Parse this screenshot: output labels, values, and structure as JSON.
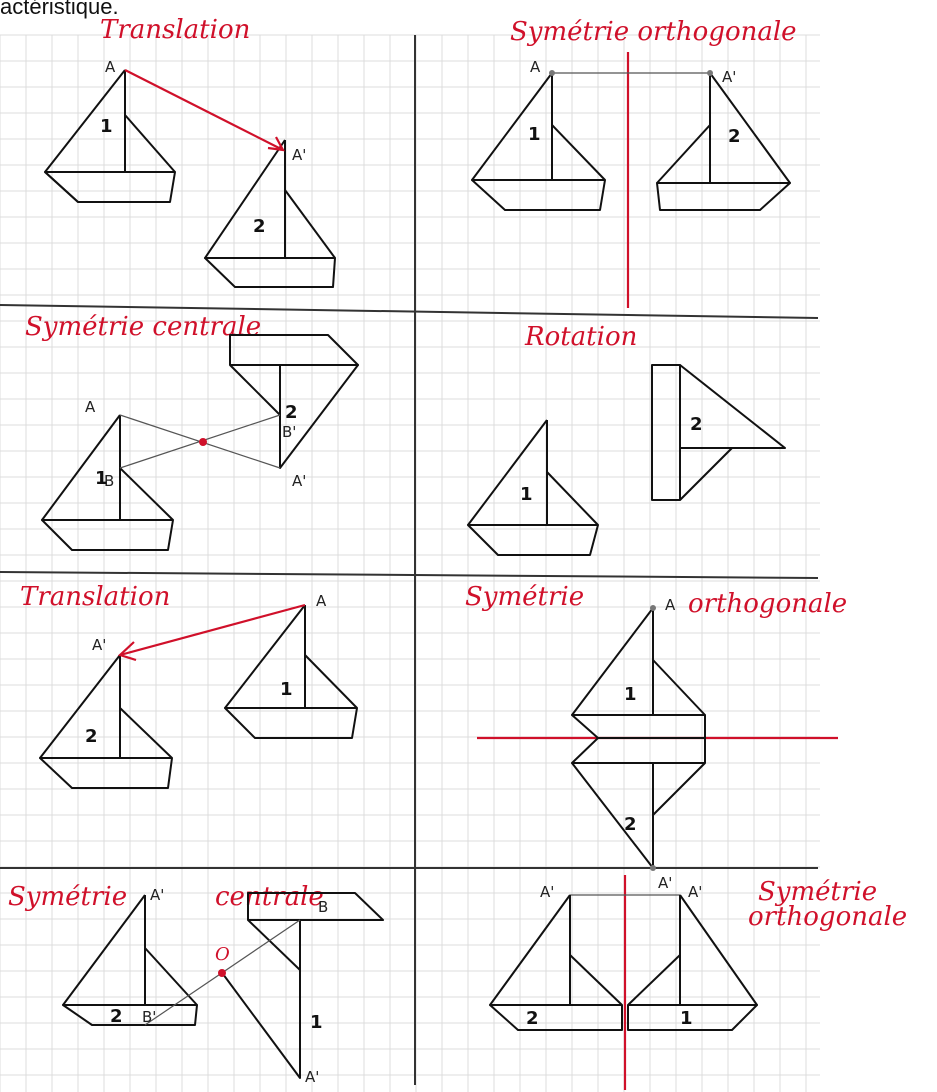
{
  "header": {
    "partial_text": "actéristique."
  },
  "colors": {
    "accent": "#d0102a",
    "ink": "#111111",
    "grid": "#dcdcdc"
  },
  "panels": [
    {
      "title": "Translation",
      "labels": {
        "a": "A",
        "a_prime": "A'",
        "one": "1",
        "two": "2"
      }
    },
    {
      "title": "Symétrie orthogonale",
      "labels": {
        "a": "A",
        "a_prime": "A'",
        "one": "1",
        "two": "2"
      }
    },
    {
      "title": "Symétrie centrale",
      "labels": {
        "a": "A",
        "b": "B",
        "b_prime": "B'",
        "a_prime": "A'",
        "one": "1",
        "two": "2"
      }
    },
    {
      "title": "Rotation",
      "labels": {
        "one": "1",
        "two": "2"
      }
    },
    {
      "title": "Translation",
      "labels": {
        "a": "A",
        "a_prime": "A'",
        "one": "1",
        "two": "2"
      }
    },
    {
      "title_left": "Symétrie",
      "title_right": "orthogonale",
      "labels": {
        "a": "A",
        "a_prime": "A'",
        "one": "1",
        "two": "2"
      }
    },
    {
      "title_left": "Symétrie",
      "title_right": "centrale",
      "labels": {
        "a_prime": "A'",
        "o": "O",
        "b": "B",
        "b_prime": "B'",
        "a_prime2": "A'",
        "one": "1",
        "two": "2"
      }
    },
    {
      "title_line1": "Symétrie",
      "title_line2": "orthogonale",
      "labels": {
        "a_prime_left": "A'",
        "a_prime_right": "A'",
        "one": "1",
        "two": "2"
      }
    }
  ]
}
